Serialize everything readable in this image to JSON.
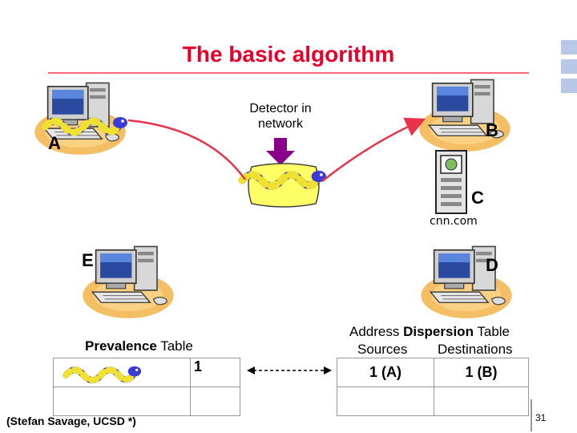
{
  "title": "The basic algorithm",
  "labels": {
    "a": "A",
    "b": "B",
    "c": "C",
    "d": "D",
    "e": "E",
    "detector": "Detector in network",
    "cnn": "cnn.com"
  },
  "prevalence_table": {
    "caption_bold": "Prevalence",
    "caption_rest": " Table",
    "rows": [
      {
        "count": "1"
      },
      {
        "count": ""
      }
    ]
  },
  "dispersion_table": {
    "caption_pre": "Address ",
    "caption_bold": "Dispersion",
    "caption_post": " Table",
    "col_sources": "Sources",
    "col_destinations": "Destinations",
    "rows": [
      {
        "sources": "1 (A)",
        "destinations": "1 (B)"
      },
      {
        "sources": "",
        "destinations": ""
      }
    ]
  },
  "credit": "(Stefan Savage, UCSD *)",
  "page_number": "31",
  "colors": {
    "title": "#e8002a",
    "arrow": "#e8334a",
    "worm_blue": "#3a3ad6",
    "worm_yellow": "#f0e030",
    "detector_box": "#ffff66",
    "detector_arrow": "#880088"
  }
}
